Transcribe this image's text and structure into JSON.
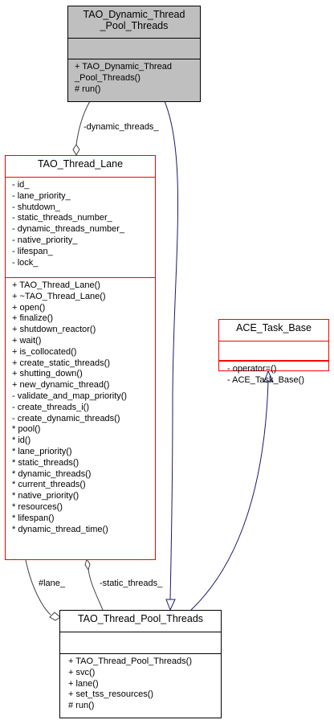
{
  "classes": {
    "dynamic_pool": {
      "title_lines": [
        "TAO_Dynamic_Thread",
        "_Pool_Threads"
      ],
      "attributes": [],
      "methods": [
        "+ TAO_Dynamic_Thread",
        "_Pool_Threads()",
        "# run()"
      ],
      "fill": "#bfbfbf"
    },
    "thread_lane": {
      "title_lines": [
        "TAO_Thread_Lane"
      ],
      "attributes": [
        "- id_",
        "- lane_priority_",
        "- shutdown_",
        "- static_threads_number_",
        "- dynamic_threads_number_",
        "- native_priority_",
        "- lifespan_",
        "- lock_"
      ],
      "methods": [
        "+ TAO_Thread_Lane()",
        "+ ~TAO_Thread_Lane()",
        "+ open()",
        "+ finalize()",
        "+ shutdown_reactor()",
        "+ wait()",
        "+ is_collocated()",
        "+ create_static_threads()",
        "+ shutting_down()",
        "+ new_dynamic_thread()",
        "- validate_and_map_priority()",
        "- create_threads_i()",
        "- create_dynamic_threads()",
        "* pool()",
        "* id()",
        "* lane_priority()",
        "* static_threads()",
        "* dynamic_threads()",
        "* current_threads()",
        "* native_priority()",
        "* resources()",
        "* lifespan()",
        "* dynamic_thread_time()"
      ],
      "border_color": "#ff0000"
    },
    "task_base": {
      "title_lines": [
        "ACE_Task_Base"
      ],
      "attributes": [],
      "methods": [
        "- operator=()",
        "- ACE_Task_Base()"
      ],
      "border_color": "#ff0000"
    },
    "pool_threads": {
      "title_lines": [
        "TAO_Thread_Pool_Threads"
      ],
      "attributes": [],
      "methods": [
        "+ TAO_Thread_Pool_Threads()",
        "+ svc()",
        "+ lane()",
        "+ set_tss_resources()",
        "# run()"
      ]
    }
  },
  "edge_labels": {
    "dynamic_threads": "-dynamic_threads_",
    "lane": "#lane_",
    "static_threads": "-static_threads_"
  },
  "colors": {
    "inheritance_edge": "#191970",
    "association_edge": "#404040"
  }
}
